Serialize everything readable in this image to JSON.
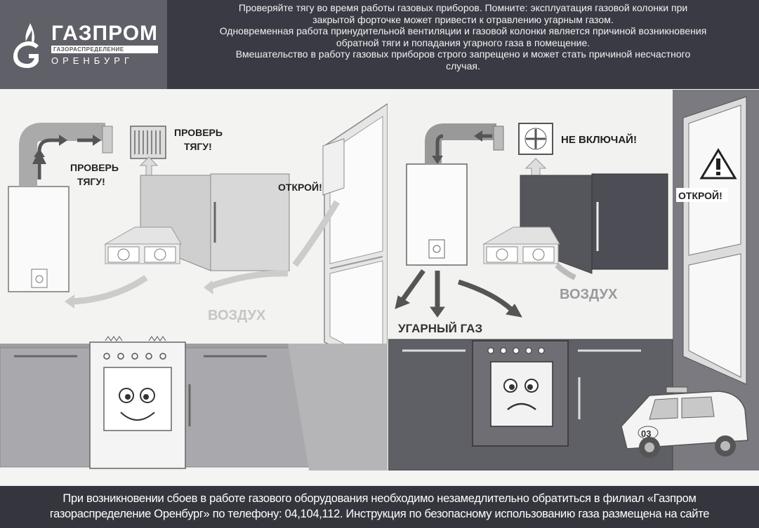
{
  "logo": {
    "name": "ГАЗПРОМ",
    "subtitle": "ГАЗОРАСПРЕДЕЛЕНИЕ",
    "city": "ОРЕНБУРГ"
  },
  "header": {
    "lines": [
      "Проверяйте тягу во время работы газовых приборов. Помните: эксплуатация газовой колонки при",
      "закрытой форточке может привести к отравлению угарным газом.",
      "Одновременная работа принудительной вентиляции и газовой колонки является причиной возникновения",
      "обратной тяги и попадания угарного газа в помещение.",
      "Вмешательство в работу газовых приборов строго запрещено и может стать причиной несчастного",
      "случая."
    ]
  },
  "left_panel": {
    "check_draft_1_line1": "ПРОВЕРЬ",
    "check_draft_1_line2": "ТЯГУ!",
    "check_draft_2_line1": "ПРОВЕРЬ",
    "check_draft_2_line2": "ТЯГУ!",
    "open_label": "ОТКРОЙ!",
    "air_label": "ВОЗДУХ"
  },
  "right_panel": {
    "dont_turn_on_label": "НЕ ВКЛЮЧАЙ!",
    "open_label": "ОТКРОЙ!",
    "air_label": "ВОЗДУХ",
    "co_label": "УГАРНЫЙ ГАЗ",
    "ambulance_number": "03"
  },
  "footer": {
    "line1": "При возникновении сбоев в работе газового оборудования необходимо незамедлительно обратиться в филиал «Газпром",
    "line2": "газораспределение Оренбург» по телефону: 04,104,112.  Инструкция по безопасному использованию газа размещена на сайте"
  },
  "colors": {
    "header_bg": "#3a3a44",
    "logo_bg": "#606068",
    "footer_bg": "#35353e",
    "left_counter": "#a9a9ad",
    "right_counter": "#5f5f66"
  }
}
